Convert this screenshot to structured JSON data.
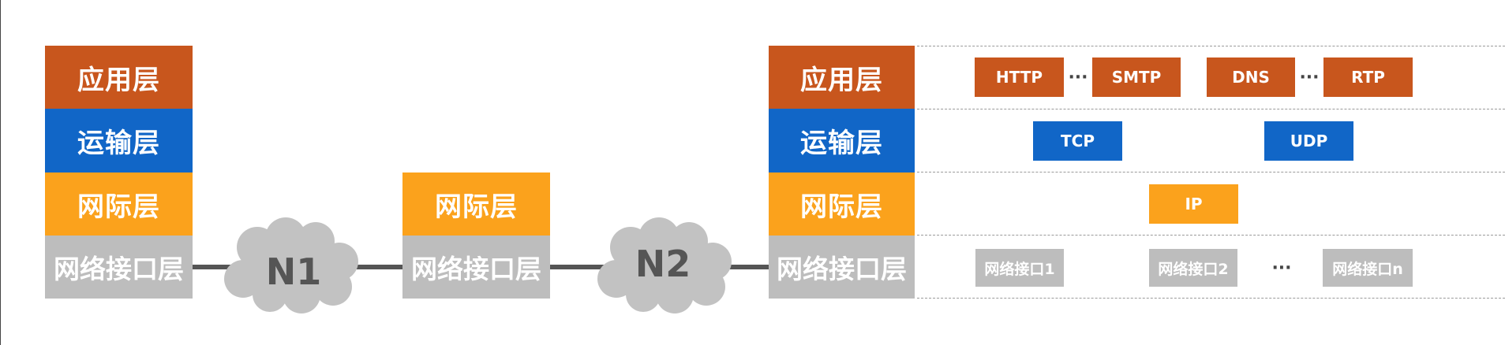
{
  "host1": {
    "app": "应用层",
    "transport": "运输层",
    "internet": "网际层",
    "link": "网络接口层"
  },
  "router": {
    "internet": "网际层",
    "link": "网络接口层"
  },
  "host2": {
    "app": "应用层",
    "transport": "运输层",
    "internet": "网际层",
    "link": "网络接口层"
  },
  "networks": {
    "n1": "N1",
    "n2": "N2"
  },
  "protocols": {
    "app": [
      "HTTP",
      "SMTP",
      "DNS",
      "RTP"
    ],
    "transport": [
      "TCP",
      "UDP"
    ],
    "internet": [
      "IP"
    ],
    "link": [
      "网络接口1",
      "网络接口2",
      "网络接口n"
    ],
    "ellipsis": "···"
  },
  "colors": {
    "app": "#c8561d",
    "transport": "#1166c7",
    "internet": "#fba21c",
    "link": "#bdbdbd",
    "cloud": "#c2c2c2"
  }
}
